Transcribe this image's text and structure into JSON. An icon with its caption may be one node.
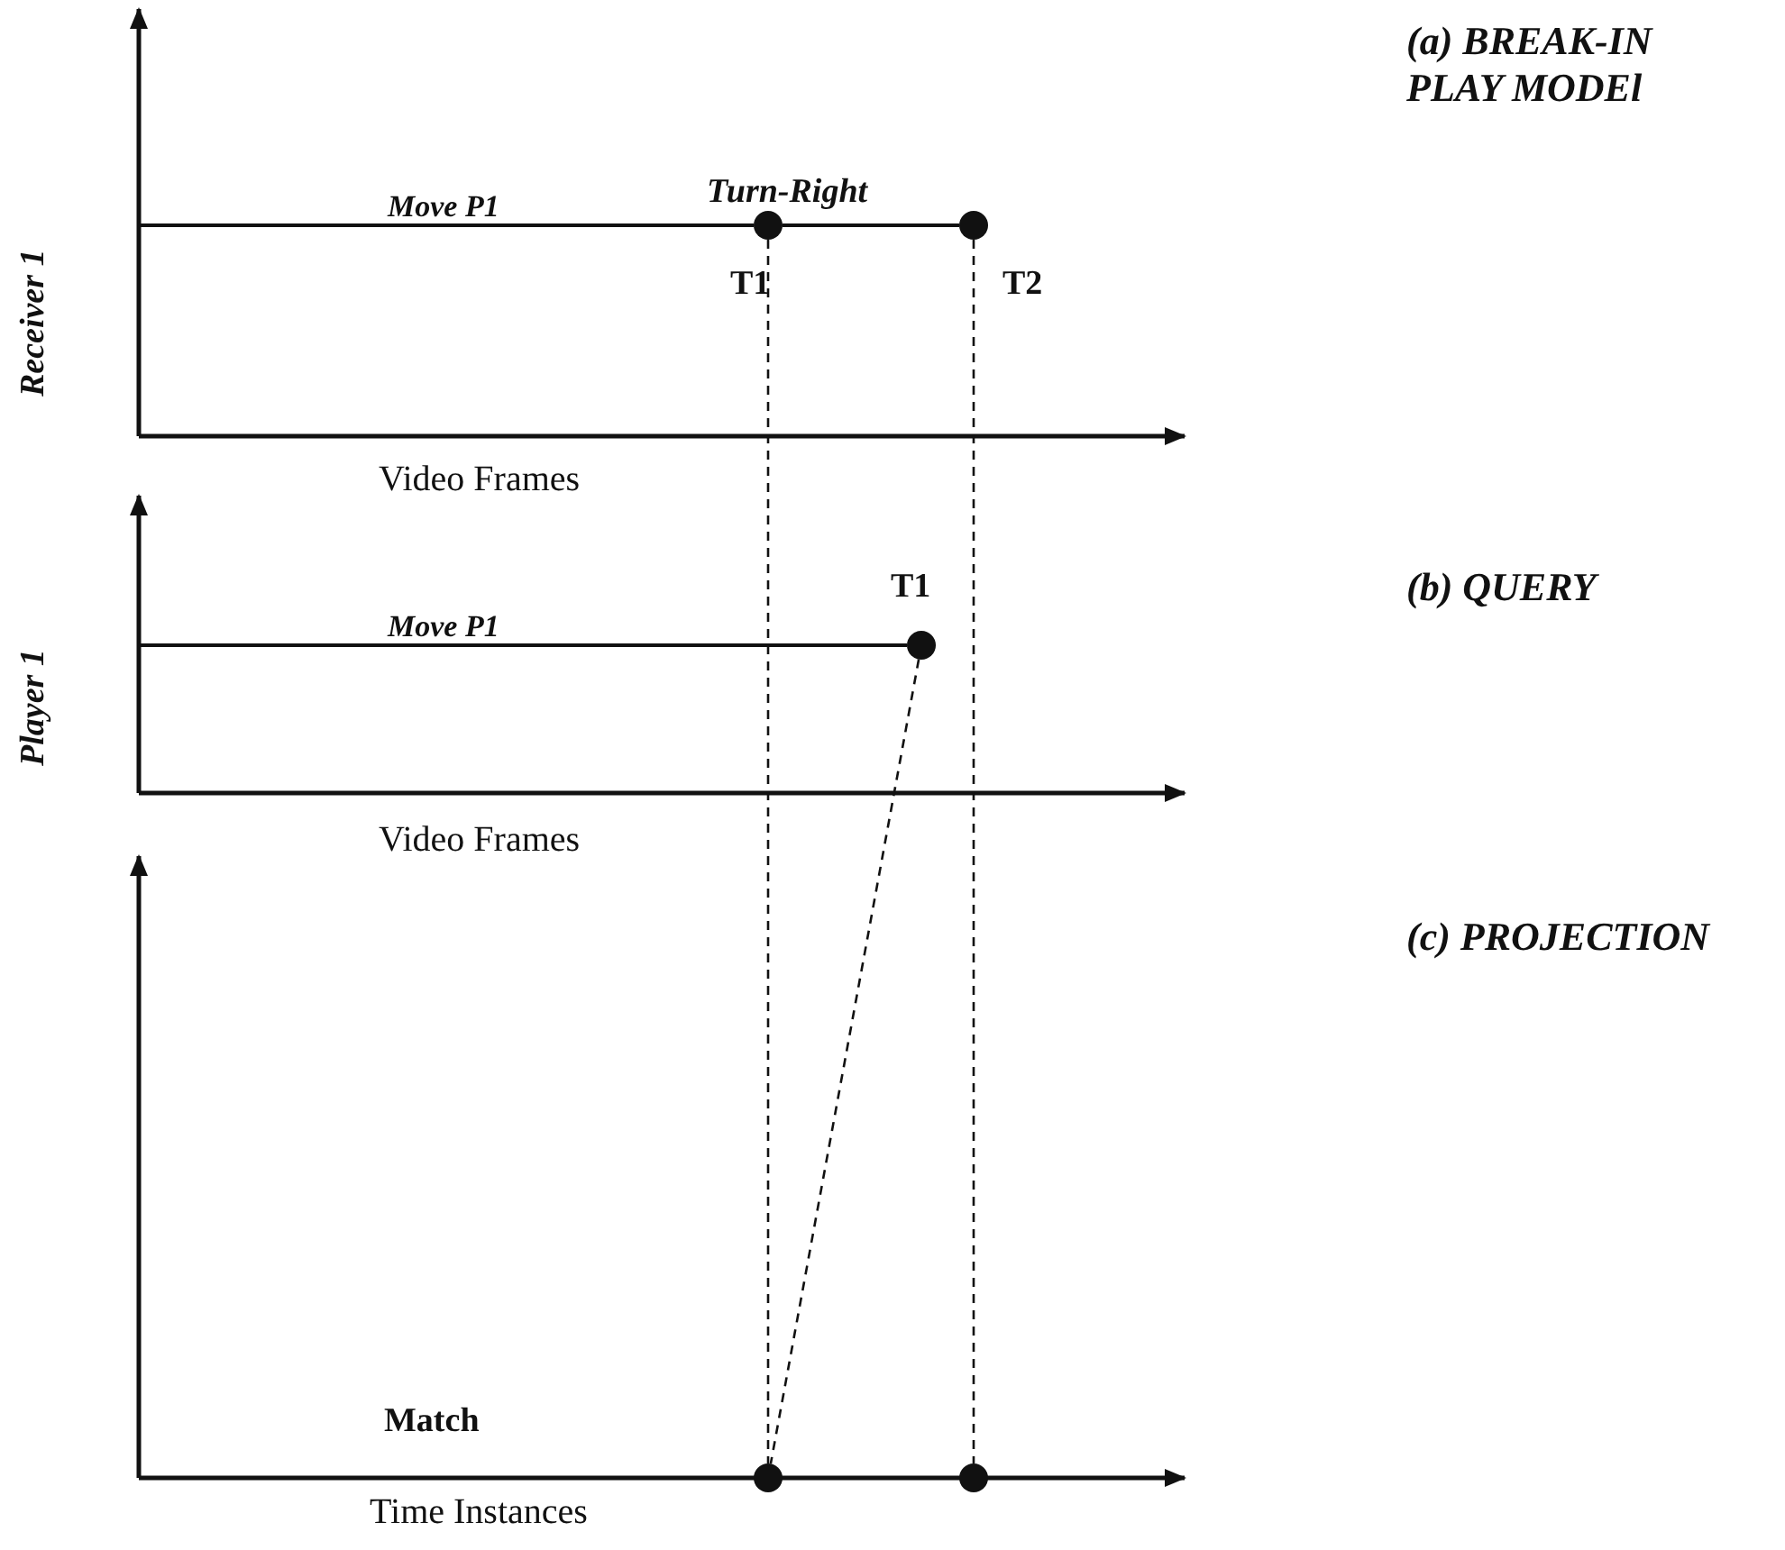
{
  "diagram": {
    "nodes": [
      {
        "text": [],
        "shape": "circle",
        "beside": [
          "T1"
        ]
      },
      {
        "text": [],
        "shape": "circle",
        "beside": [
          "T2"
        ]
      },
      {
        "text": [],
        "shape": "circle",
        "beside": [
          "T1"
        ]
      },
      {
        "text": [],
        "shape": "circle"
      },
      {
        "text": [],
        "shape": "circle"
      }
    ],
    "edges": [
      {
        "from": 0,
        "to": 1,
        "arrow": "none"
      },
      {
        "from": 0,
        "to": 3,
        "arrow": "none",
        "style": "dashed"
      },
      {
        "from": 1,
        "to": 4,
        "arrow": "none",
        "style": "dashed"
      },
      {
        "from": 2,
        "to": 3,
        "arrow": "none",
        "style": "dashed"
      }
    ],
    "labels": [
      "(a) BREAK-IN PLAY MODEl",
      "Receiver 1",
      "Move P1",
      "Turn-Right",
      "Video Frames",
      "(b) QUERY",
      "Player 1",
      "Move P1",
      "Video Frames",
      "(c) PROJECTION",
      "Match",
      "Time Instances"
    ]
  }
}
